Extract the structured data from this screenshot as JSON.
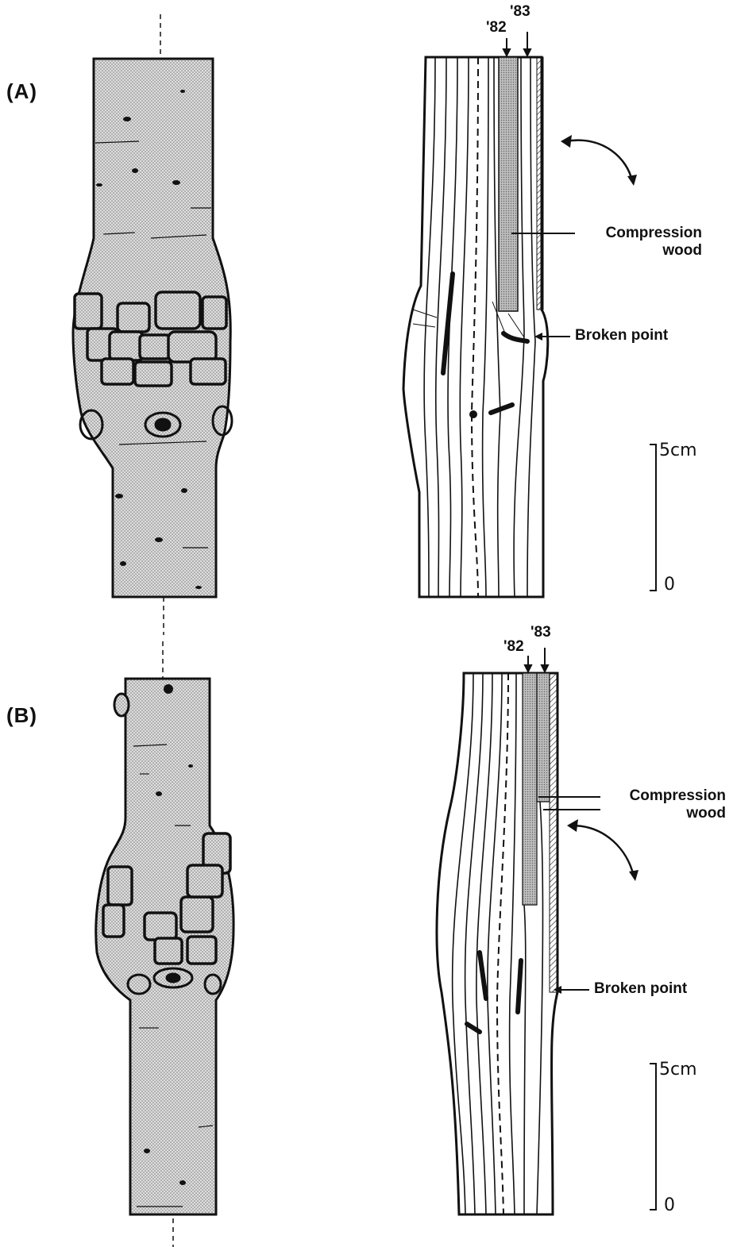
{
  "panels": [
    {
      "label": "(A)",
      "years": {
        "earlier": "'82",
        "later": "'83"
      },
      "annotations": {
        "compression_wood_line1": "Compression",
        "compression_wood_line2": "wood",
        "broken_point": "Broken point"
      },
      "scale": {
        "top": "5cm",
        "bottom": "0"
      }
    },
    {
      "label": "(B)",
      "years": {
        "earlier": "'82",
        "later": "'83"
      },
      "annotations": {
        "compression_wood_line1": "Compression",
        "compression_wood_line2": "wood",
        "broken_point": "Broken point"
      },
      "scale": {
        "top": "5cm",
        "bottom": "0"
      }
    }
  ],
  "colors": {
    "ink": "#111111",
    "bark_fill": "#c9c9c9",
    "compression_wood": "#a8a8a8"
  }
}
